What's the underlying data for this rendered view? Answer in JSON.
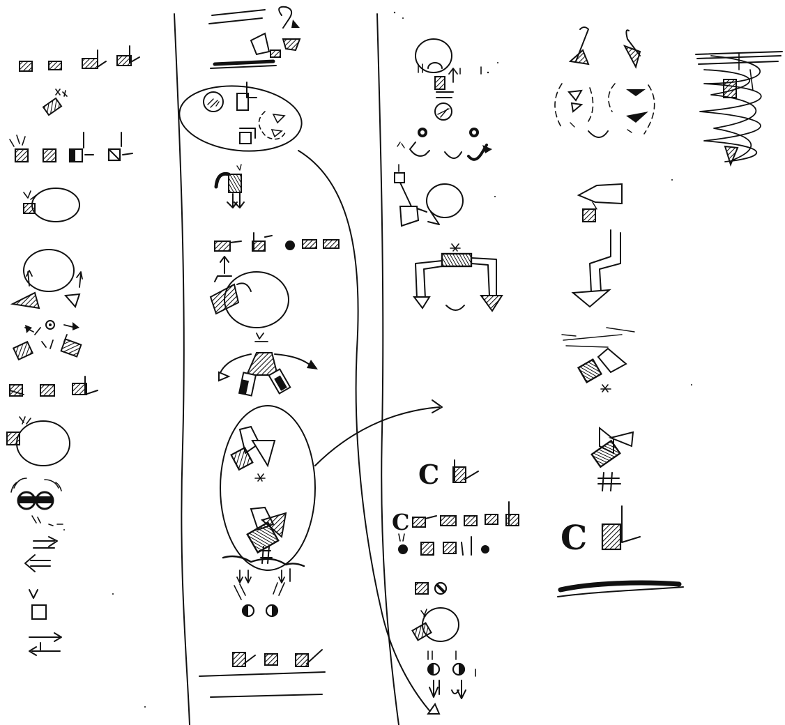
{
  "page": {
    "title": "",
    "ink_color": "#111111",
    "paper_color": "#ffffff"
  },
  "notation": {
    "columns": [
      {
        "name": "column-1"
      },
      {
        "name": "column-2"
      },
      {
        "name": "column-3"
      },
      {
        "name": "column-4"
      },
      {
        "name": "column-5"
      }
    ]
  }
}
